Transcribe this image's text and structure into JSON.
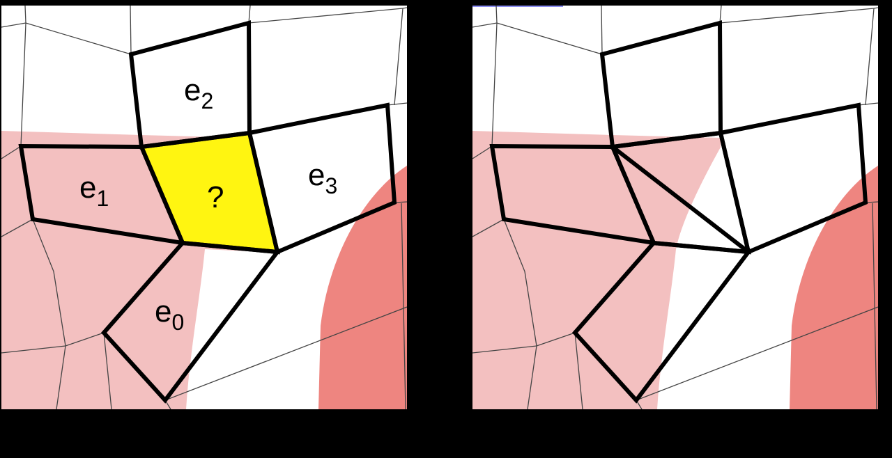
{
  "figure": {
    "panels": [
      {
        "id": "left",
        "description": "Quad mesh with unknown element highlighted",
        "labels": {
          "e0": {
            "base": "e",
            "sub": "0"
          },
          "e1": {
            "base": "e",
            "sub": "1"
          },
          "e2": {
            "base": "e",
            "sub": "2"
          },
          "e3": {
            "base": "e",
            "sub": "3"
          },
          "unknown": "?"
        }
      },
      {
        "id": "right",
        "description": "Same mesh with unknown element replaced by triangles"
      }
    ],
    "colors": {
      "background": "#000000",
      "panel": "#ffffff",
      "light_pink": "#f3c0c0",
      "dark_pink": "#ee8580",
      "highlight": "#fff511",
      "edge": "#000000",
      "thin_edge": "#444444",
      "top_accent": "#8a8cf0"
    }
  }
}
